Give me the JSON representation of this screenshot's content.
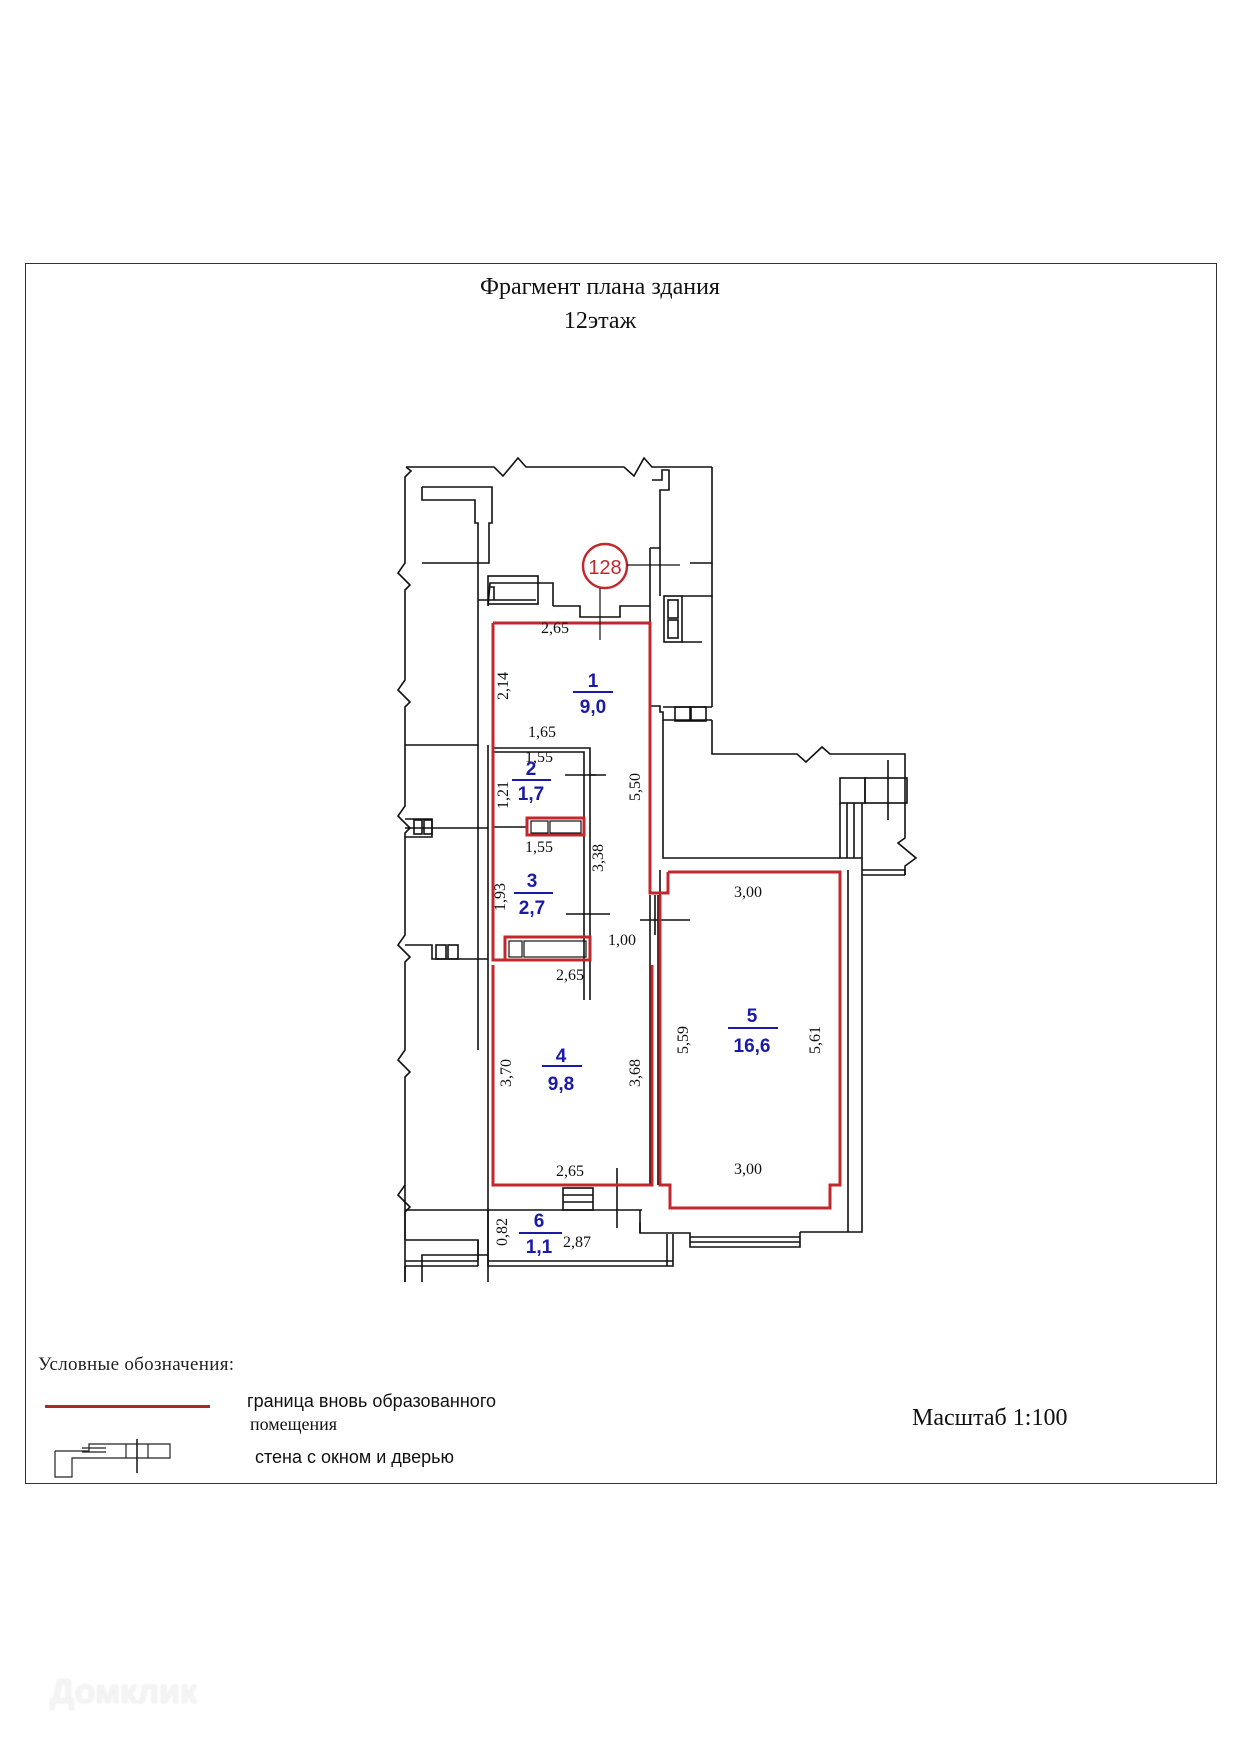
{
  "header": {
    "title": "Фрагмент плана здания",
    "floor": "12этаж"
  },
  "apartment": {
    "number": "128",
    "marker_color": "#c0282d"
  },
  "rooms": [
    {
      "num": "1",
      "area": "9,0"
    },
    {
      "num": "2",
      "area": "1,7"
    },
    {
      "num": "3",
      "area": "2,7"
    },
    {
      "num": "4",
      "area": "9,8"
    },
    {
      "num": "5",
      "area": "16,6"
    },
    {
      "num": "6",
      "area": "1,1"
    }
  ],
  "dimensions": {
    "r1_top": "2,65",
    "r1_left": "2,14",
    "r1_inner": "1,65",
    "r1_right": "5,50",
    "r2_top": "1,55",
    "r2_left": "1,21",
    "r2_bottom": "1,55",
    "r3_right": "3,38",
    "r3_left": "1,93",
    "corridor": "1,00",
    "r4_top": "2,65",
    "r4_left": "3,70",
    "r4_right": "3,68",
    "r4_bottom": "2,65",
    "r5_top": "3,00",
    "r5_left": "5,59",
    "r5_right": "5,61",
    "r5_bottom": "3,00",
    "r6_left": "0,82",
    "r6_width": "2,87"
  },
  "legend": {
    "title": "Условные обозначения:",
    "boundary_label_line1": "граница  вновь образованного",
    "boundary_label_line2": "помещения",
    "wall_label": "стена с окном и дверью",
    "boundary_color": "#a52a2a"
  },
  "scale": "Масштаб 1:100",
  "colors": {
    "room_label": "#1a1aa8",
    "boundary": "#c0282d",
    "wall": "#111111"
  },
  "watermark": "Домклик"
}
